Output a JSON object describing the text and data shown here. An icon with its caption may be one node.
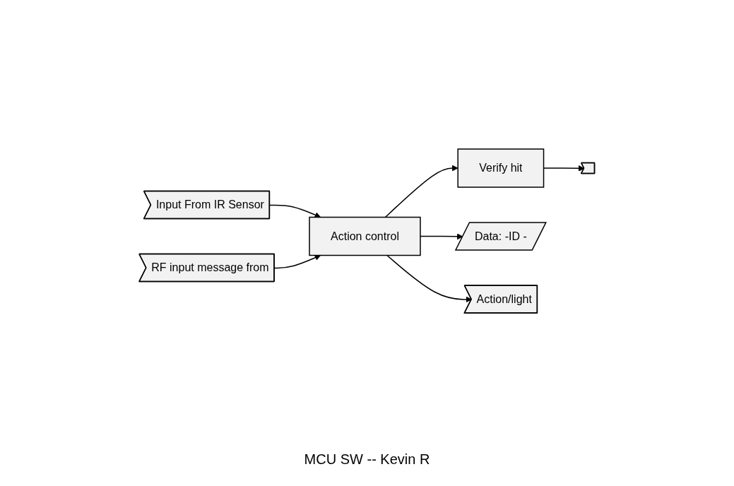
{
  "diagram": {
    "caption": "MCU SW -- Kevin R",
    "nodes": [
      {
        "text": [
          "Verify hit"
        ]
      },
      {
        "text": [],
        "shape": "arrow"
      },
      {
        "text": [
          "Input  From IR Sensor"
        ]
      },
      {
        "text": [
          "Action control"
        ]
      },
      {
        "text": [
          "Data: -ID -"
        ]
      },
      {
        "text": [
          "Action/light"
        ]
      },
      {
        "text": [
          "RF input message from"
        ]
      }
    ],
    "edges": [
      {
        "from": 3,
        "to": 0,
        "arrow": "to"
      },
      {
        "from": 0,
        "to": 1,
        "arrow": "to"
      },
      {
        "from": 2,
        "to": 3,
        "arrow": "to"
      },
      {
        "from": 3,
        "to": 4,
        "arrow": "to"
      },
      {
        "from": 3,
        "to": 5,
        "arrow": "to"
      },
      {
        "from": 6,
        "to": 3,
        "arrow": "to"
      }
    ]
  }
}
